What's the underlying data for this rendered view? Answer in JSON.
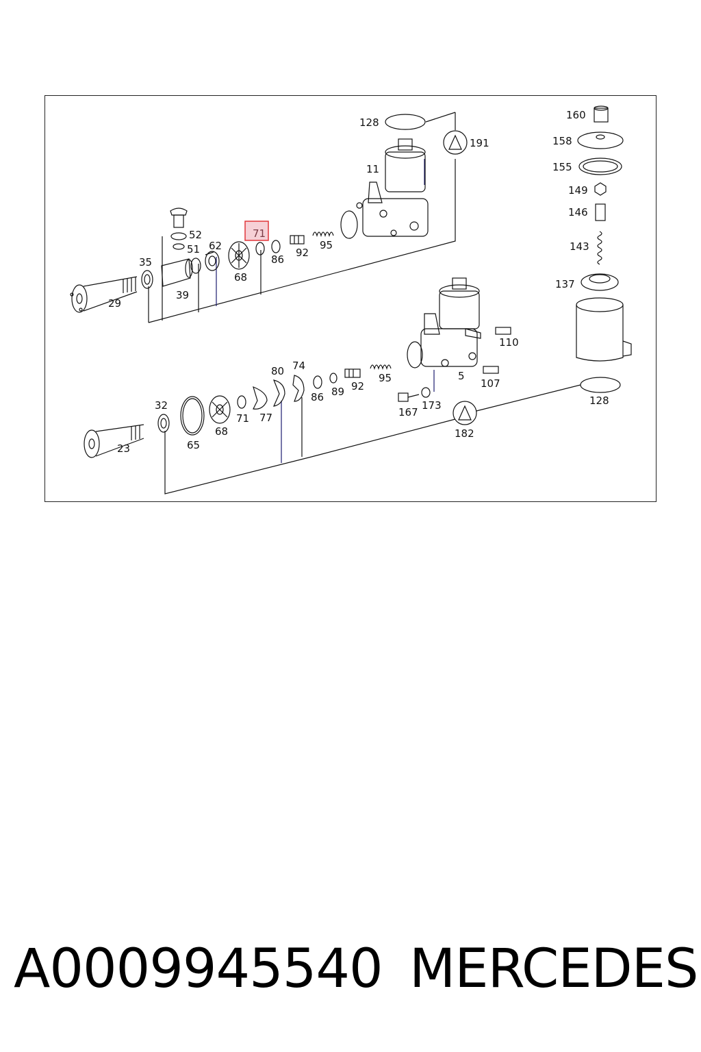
{
  "diagram": {
    "highlight_callout": "71",
    "colors": {
      "line": "#111111",
      "blue_line": "#1a1a6e",
      "highlight_border": "#e0363a",
      "highlight_fill": "#f6d0d6"
    },
    "callouts": {
      "c128a": "128",
      "c191": "191",
      "c11": "11",
      "c52": "52",
      "c51": "51",
      "c62": "62",
      "c71a": "71",
      "c86a": "86",
      "c92a": "92",
      "c95a": "95",
      "c35": "35",
      "c68a": "68",
      "c39": "39",
      "c29": "29",
      "c160": "160",
      "c158": "158",
      "c155": "155",
      "c149": "149",
      "c146": "146",
      "c143": "143",
      "c137": "137",
      "c110": "110",
      "c107": "107",
      "c5": "5",
      "c80": "80",
      "c74": "74",
      "c86b": "86",
      "c89": "89",
      "c92b": "92",
      "c95b": "95",
      "c32": "32",
      "c65": "65",
      "c68b": "68",
      "c71b": "71",
      "c77": "77",
      "c167": "167",
      "c173": "173",
      "c182": "182",
      "c128b": "128",
      "c23": "23"
    }
  },
  "footer": {
    "part_number": "A0009945540",
    "brand": "MERCEDES"
  }
}
